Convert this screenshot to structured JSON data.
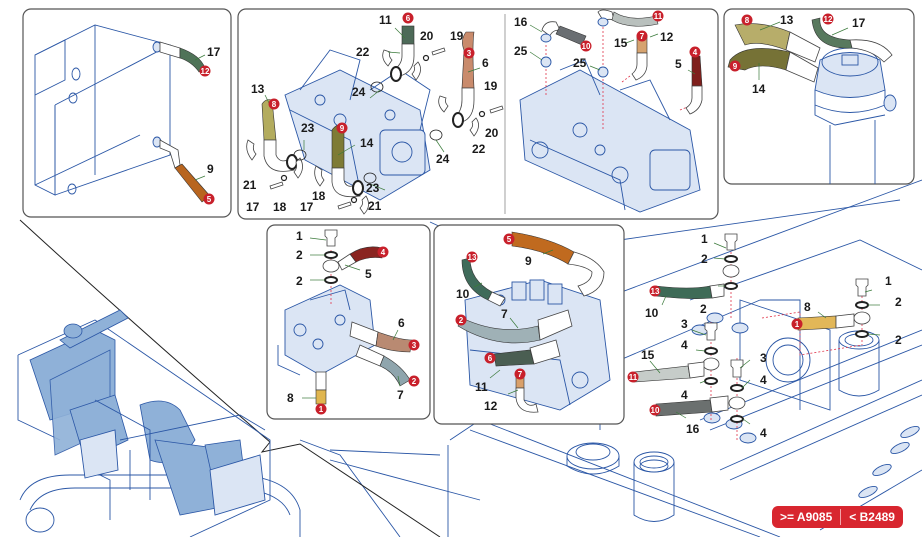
{
  "colors": {
    "badge_red": "#c8202b",
    "line_blue": "#2b57a6",
    "version_badge_bg": "#d8262f"
  },
  "version_badges": [
    {
      "label": ">= A9085"
    },
    {
      "label": "< B2489"
    }
  ],
  "panels": {
    "cooler": {
      "labels": [
        "17",
        "9"
      ],
      "hoses": [
        {
          "badge": "12",
          "label": "17",
          "color": "#4f7358"
        },
        {
          "badge": "5",
          "label": "9",
          "color": "#b8651f"
        }
      ]
    },
    "pump_a": {
      "labels": [
        "11",
        "20",
        "19",
        "22",
        "6",
        "24",
        "19",
        "13",
        "23",
        "20",
        "22",
        "14",
        "24",
        "21",
        "23",
        "17",
        "18",
        "18",
        "17",
        "21"
      ],
      "hoses": [
        {
          "badge": "6",
          "label": "11",
          "color": "#4d6a58"
        },
        {
          "badge": "3",
          "label": "6",
          "color": "#c98b6c"
        },
        {
          "badge": "8",
          "label": "13",
          "color": "#b3ac5e"
        },
        {
          "badge": "9",
          "label": "14",
          "color": "#7e7b35"
        }
      ]
    },
    "pump_b": {
      "labels": [
        "16",
        "15",
        "12",
        "25",
        "25",
        "5"
      ],
      "hoses": [
        {
          "badge": "10",
          "label": "16",
          "color": "#6a6e72"
        },
        {
          "badge": "11",
          "label": "15",
          "color": "#b9c0bd"
        },
        {
          "badge": "7",
          "label": "12",
          "color": "#d6a36f"
        },
        {
          "badge": "4",
          "label": "5",
          "color": "#7f1f1c"
        }
      ]
    },
    "filter": {
      "labels": [
        "13",
        "17",
        "14"
      ],
      "hoses": [
        {
          "badge": "8",
          "label": "13",
          "color": "#b7ad6a"
        },
        {
          "badge": "12",
          "label": "17",
          "color": "#58795e"
        },
        {
          "badge": "9",
          "label": "14",
          "color": "#767236"
        }
      ]
    },
    "valve_a": {
      "labels": [
        "1",
        "2",
        "5",
        "2",
        "6",
        "7",
        "8"
      ],
      "hoses": [
        {
          "badge": "4",
          "label": "5",
          "color": "#8a2420"
        },
        {
          "badge": "3",
          "label": "6",
          "color": "#b98a72"
        },
        {
          "badge": "2",
          "label": "7",
          "color": "#8fa5ad"
        },
        {
          "badge": "1",
          "label": "8",
          "color": "#e0b64f"
        }
      ]
    },
    "valve_b": {
      "labels": [
        "9",
        "10",
        "7",
        "11",
        "12"
      ],
      "hoses": [
        {
          "badge": "5",
          "label": "9",
          "color": "#c06a1f"
        },
        {
          "badge": "13",
          "label": "10",
          "color": "#3f6b5a"
        },
        {
          "badge": "2",
          "label": "7",
          "color": "#9fb1b6"
        },
        {
          "badge": "6",
          "label": "11",
          "color": "#4a5e52"
        },
        {
          "badge": "7",
          "label": "12",
          "color": "#d9a06a"
        }
      ]
    },
    "tank_right": {
      "labels": [
        "1",
        "2",
        "2",
        "3",
        "4",
        "4",
        "3",
        "4",
        "4",
        "15",
        "10",
        "16"
      ],
      "hoses": [
        {
          "badge": "13",
          "label": "10",
          "color": "#3e6b57"
        },
        {
          "badge": "11",
          "label": "15",
          "color": "#c6ccc9"
        },
        {
          "badge": "10",
          "label": "16",
          "color": "#6b706f"
        }
      ]
    },
    "tank_far": {
      "labels": [
        "1",
        "2",
        "8",
        "2"
      ],
      "hoses": [
        {
          "badge": "1",
          "label": "8",
          "color": "#e2b758"
        }
      ]
    }
  }
}
